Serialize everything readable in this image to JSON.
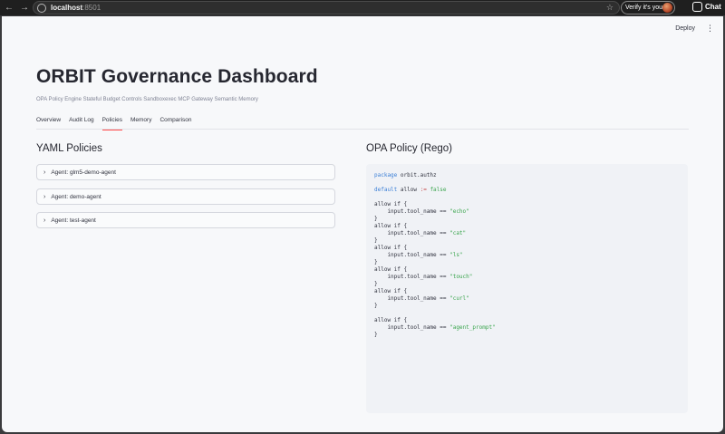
{
  "browser": {
    "url_host": "localhost",
    "url_port": ":8501",
    "verify_label": "Verify it's you",
    "chat_label": "Chat"
  },
  "app": {
    "deploy_label": "Deploy",
    "menu_label": "⋮",
    "title": "ORBIT Governance Dashboard",
    "subtitle": "OPA Policy Engine Stateful Budget Controls Sandboxexec MCP Gateway Semantic Memory"
  },
  "tabs": [
    {
      "label": "Overview",
      "active": false
    },
    {
      "label": "Audit Log",
      "active": false
    },
    {
      "label": "Policies",
      "active": true
    },
    {
      "label": "Memory",
      "active": false
    },
    {
      "label": "Comparison",
      "active": false
    }
  ],
  "yaml_section": {
    "title": "YAML Policies",
    "agents": [
      {
        "label": "Agent: glm5-demo-agent"
      },
      {
        "label": "Agent: demo-agent"
      },
      {
        "label": "Agent: test-agent"
      }
    ]
  },
  "opa_section": {
    "title": "OPA Policy (Rego)",
    "package_kw": "package",
    "package_name": " orbit.authz",
    "default_kw": "default",
    "default_rest": " allow ",
    "assign_op": ":=",
    "false_val": " false",
    "rules": [
      {
        "head": "allow if {",
        "body": "    input.tool_name == ",
        "value": "\"echo\"",
        "close": "}"
      },
      {
        "head": "allow if {",
        "body": "    input.tool_name == ",
        "value": "\"cat\"",
        "close": "}"
      },
      {
        "head": "allow if {",
        "body": "    input.tool_name == ",
        "value": "\"ls\"",
        "close": "}"
      },
      {
        "head": "allow if {",
        "body": "    input.tool_name == ",
        "value": "\"touch\"",
        "close": "}"
      },
      {
        "head": "allow if {",
        "body": "    input.tool_name == ",
        "value": "\"curl\"",
        "close": "}"
      },
      {
        "head": "allow if {",
        "body": "    input.tool_name == ",
        "value": "\"agent_prompt\"",
        "close": "}"
      }
    ]
  }
}
